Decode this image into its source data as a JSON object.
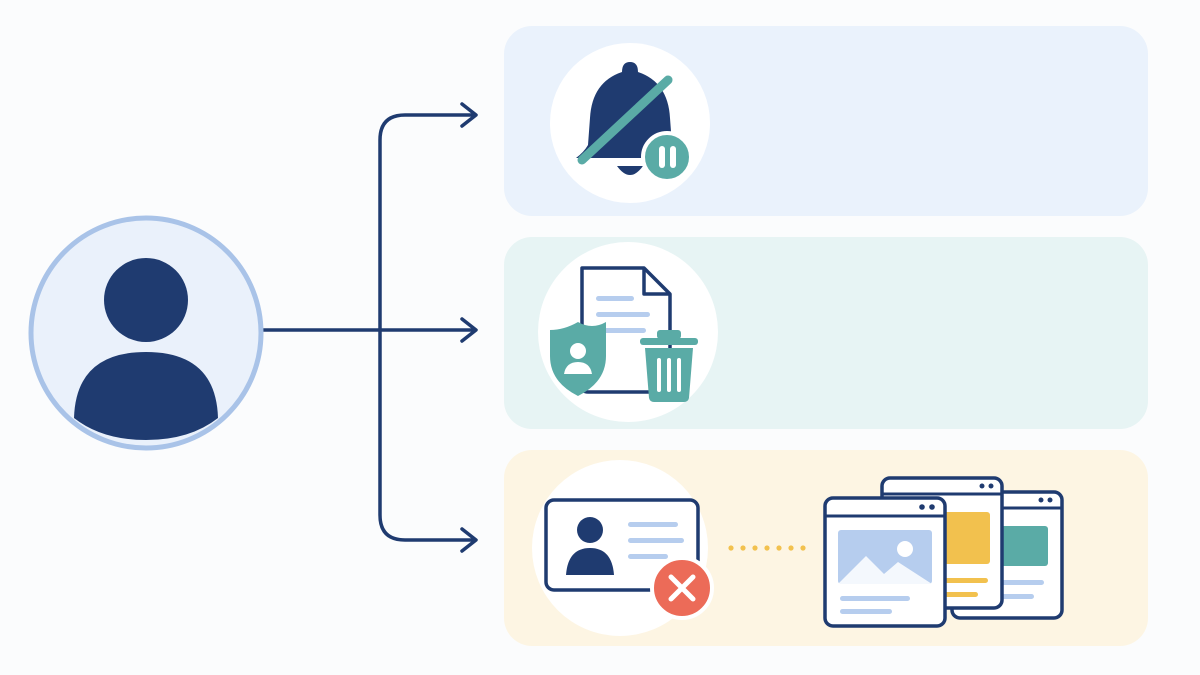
{
  "colors": {
    "background": "#fbfcfd",
    "navy": "#1f3b70",
    "teal": "#5aaba6",
    "light_blue": "#b6cdee",
    "user_ring": "#a9c3e8",
    "user_fill": "#eaf1fb",
    "panel_notifications": "#eaf2fc",
    "panel_data_deletion": "#e7f4f4",
    "panel_account": "#fdf5e3",
    "red_badge": "#ec6b58",
    "yellow": "#f2c14e",
    "dots": "#f2c14e"
  },
  "nodes": {
    "user": {
      "icon": "user-icon"
    },
    "panels": [
      {
        "id": "notifications",
        "icons": [
          "bell-muted-icon",
          "pause-icon"
        ]
      },
      {
        "id": "data-deletion",
        "icons": [
          "document-icon",
          "shield-user-icon",
          "trash-icon"
        ]
      },
      {
        "id": "account-removal",
        "icons": [
          "id-card-icon",
          "close-icon",
          "browser-windows-icon"
        ]
      }
    ]
  },
  "edges": [
    {
      "from": "user",
      "to": "notifications"
    },
    {
      "from": "user",
      "to": "data-deletion"
    },
    {
      "from": "user",
      "to": "account-removal"
    }
  ]
}
